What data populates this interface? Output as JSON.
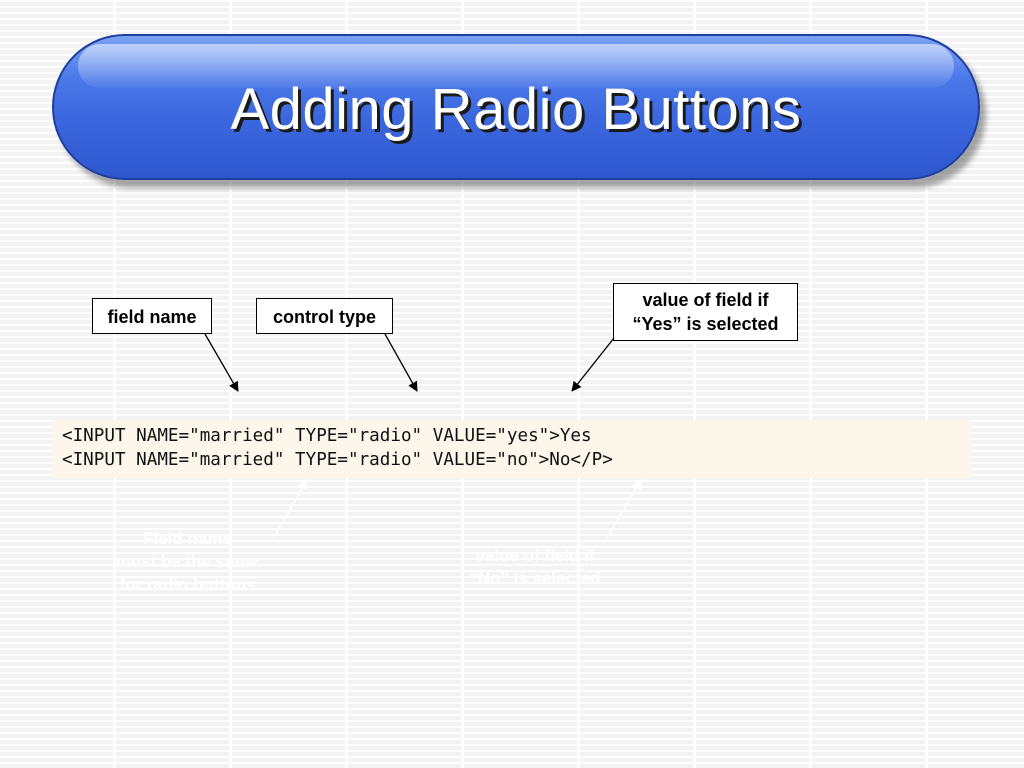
{
  "slide": {
    "title": "Adding Radio Buttons"
  },
  "callouts": {
    "field_name": "field name",
    "control_type": "control type",
    "value_yes_line1": "value of field if",
    "value_yes_line2": "“Yes” is selected"
  },
  "code": {
    "line1": "<INPUT NAME=\"married\" TYPE=\"radio\" VALUE=\"yes\">Yes",
    "line2": "<INPUT NAME=\"married\" TYPE=\"radio\" VALUE=\"no\">No</P>"
  },
  "notes": {
    "field_note_line1": "Field name",
    "field_note_line2": "must be the same",
    "field_note_line3": "for radio buttons",
    "value_no_line1": "value of field if",
    "value_no_line2": "“No” is selected"
  }
}
